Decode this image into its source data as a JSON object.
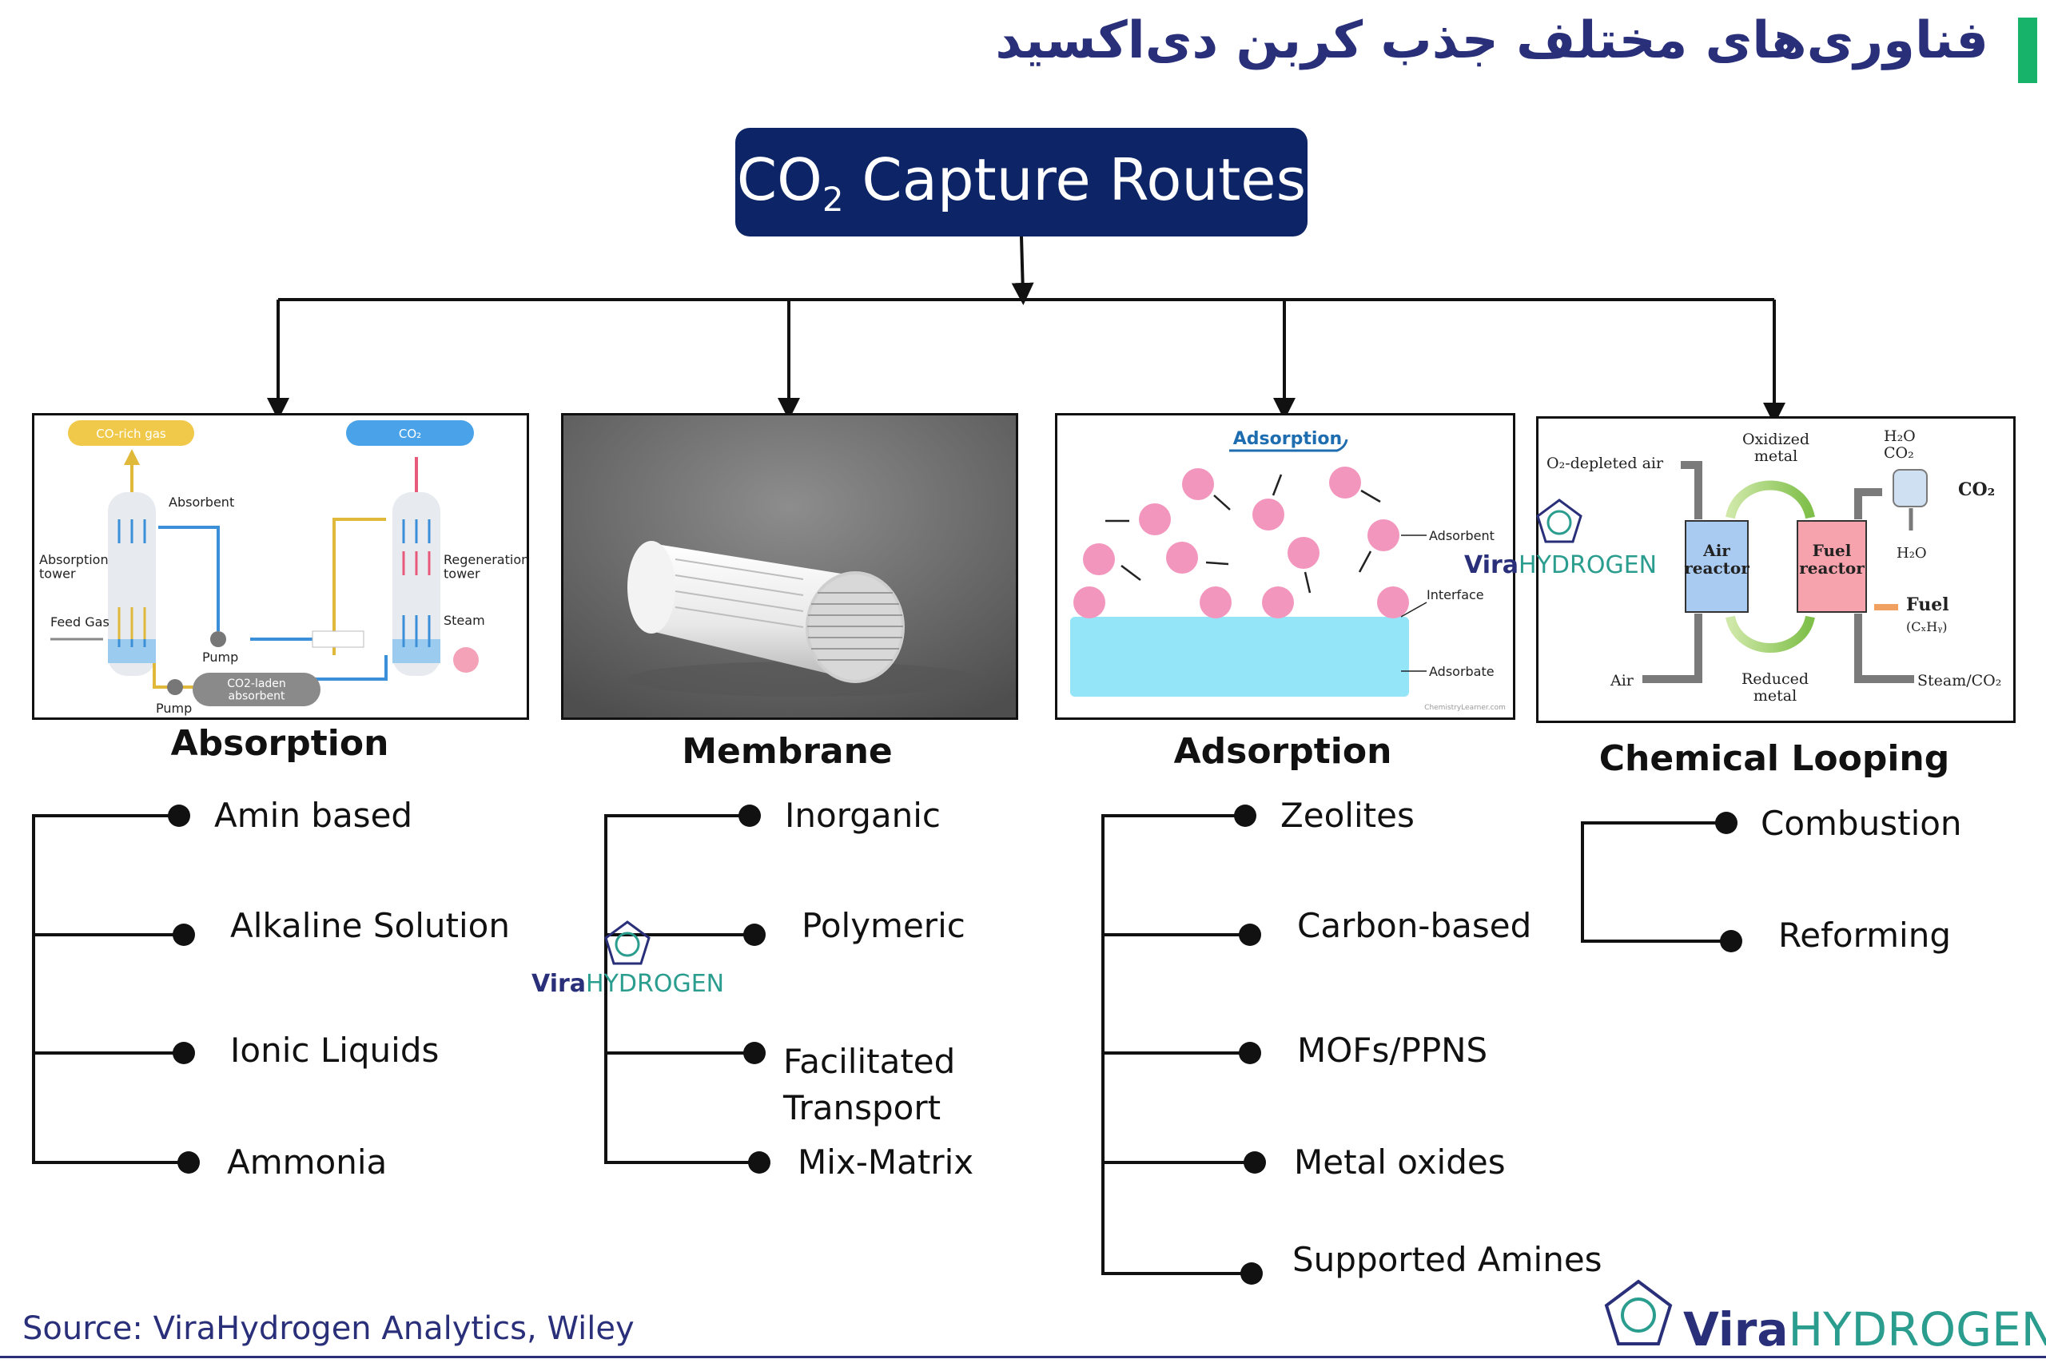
{
  "header": {
    "title_fa": "فناوری‌های مختلف جذب کربن دی‌اکسید",
    "accent_color": "#17b36b",
    "title_color": "#2a2f7a"
  },
  "root": {
    "title_main": "CO",
    "title_sub": "2",
    "title_rest": " Capture Routes",
    "color": "#0d2466"
  },
  "categories": [
    {
      "name": "Absorption",
      "items": [
        "Amin based",
        "Alkaline Solution",
        "Ionic Liquids",
        "Ammonia"
      ],
      "figure": {
        "labels": {
          "co_rich_gas": "CO-rich gas",
          "co2": "CO₂",
          "absorbent": "Absorbent",
          "absorption_tower": "Absorption\ntower",
          "regeneration_tower": "Regeneration\ntower",
          "feed_gas": "Feed Gas",
          "steam": "Steam",
          "pump1": "Pump",
          "pump2": "Pump",
          "laden": "CO2-laden\nabsorbent"
        }
      }
    },
    {
      "name": "Membrane",
      "items": [
        "Inorganic",
        "Polymeric",
        "Facilitated\nTransport",
        "Mix-Matrix"
      ]
    },
    {
      "name": "Adsorption",
      "items": [
        "Zeolites",
        "Carbon-based",
        "MOFs/PPNS",
        "Metal oxides",
        "Supported Amines"
      ],
      "figure": {
        "labels": {
          "title": "Adsorption",
          "adsorbent": "Adsorbent",
          "interface": "Interface",
          "adsorbate": "Adsorbate",
          "credit": "ChemistryLearner.com"
        }
      }
    },
    {
      "name": "Chemical Looping",
      "items": [
        "Combustion",
        "Reforming"
      ],
      "figure": {
        "labels": {
          "o2_depleted": "O₂-depleted air",
          "oxidized": "Oxidized\nmetal",
          "h2o_co2": "H₂O\nCO₂",
          "co2": "CO₂",
          "air_reactor": "Air\nreactor",
          "fuel_reactor": "Fuel\nreactor",
          "h2o": "H₂O",
          "fuel": "Fuel",
          "fuel_formula": "(CₓHᵧ)",
          "air": "Air",
          "reduced": "Reduced\nmetal",
          "steam_co2": "Steam/CO₂"
        }
      }
    }
  ],
  "watermark": {
    "brand_bold": "Vira",
    "brand_light": "HYDROGEN",
    "color_bold": "#2a2f7a",
    "color_light": "#2a9d8f"
  },
  "source": "Source: ViraHydrogen Analytics, Wiley"
}
